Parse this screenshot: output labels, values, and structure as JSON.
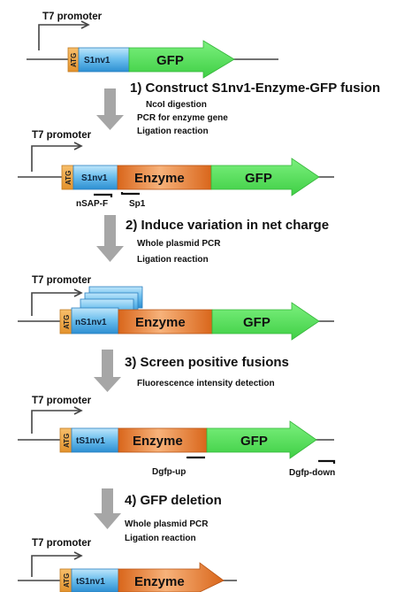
{
  "constructs": [
    {
      "promoter": "T7 promoter",
      "atg": "ATG",
      "s1": "S1nv1",
      "gfp": "GFP"
    },
    {
      "promoter": "T7 promoter",
      "atg": "ATG",
      "s1": "S1nv1",
      "enzyme": "Enzyme",
      "gfp": "GFP",
      "primer_left": "nSAP-F",
      "primer_right": "Sp1"
    },
    {
      "promoter": "T7 promoter",
      "atg": "ATG",
      "s1": "nS1nv1",
      "enzyme": "Enzyme",
      "gfp": "GFP"
    },
    {
      "promoter": "T7 promoter",
      "atg": "ATG",
      "s1": "tS1nv1",
      "enzyme": "Enzyme",
      "gfp": "GFP",
      "primer_left": "Dgfp-up",
      "primer_right": "Dgfp-down"
    },
    {
      "promoter": "T7 promoter",
      "atg": "ATG",
      "s1": "tS1nv1",
      "enzyme": "Enzyme"
    }
  ],
  "steps": [
    {
      "title": "1) Construct S1nv1-Enzyme-GFP fusion",
      "details": [
        "NcoI digestion",
        "PCR for enzyme gene",
        "Ligation reaction"
      ]
    },
    {
      "title": "2) Induce variation in net charge",
      "details": [
        "Whole plasmid PCR",
        "Ligation reaction"
      ]
    },
    {
      "title": "3) Screen positive fusions",
      "details": [
        "Fluorescence intensity detection"
      ]
    },
    {
      "title": "4) GFP deletion",
      "details": [
        "Whole plasmid PCR",
        "Ligation reaction"
      ]
    }
  ],
  "colors": {
    "atg": "#f0a23e",
    "s1_light": "#8fd0f2",
    "s1_dark": "#2d8fd2",
    "enzyme_light": "#f7b27a",
    "enzyme_dark": "#d9661b",
    "gfp": "#58e05c",
    "arrow": "#a6a6a6",
    "line": "#444444"
  }
}
